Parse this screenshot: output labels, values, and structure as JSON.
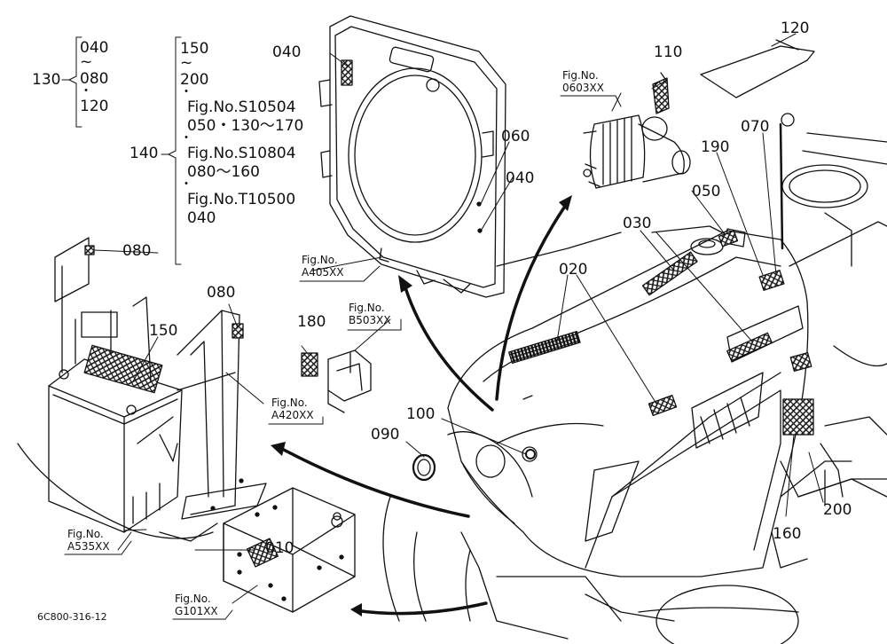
{
  "drawing_code": "6C800-316-12",
  "parts": {
    "p010": "010",
    "p020": "020",
    "p030": "030",
    "p040a": "040",
    "p040b": "040",
    "p050": "050",
    "p060": "060",
    "p070": "070",
    "p080a": "080",
    "p080b": "080",
    "p090": "090",
    "p100": "100",
    "p110": "110",
    "p120": "120",
    "p150": "150",
    "p160": "160",
    "p180": "180",
    "p190": "190",
    "p200": "200"
  },
  "group130": {
    "label": "130",
    "top": "040",
    "tilde": "~",
    "mid": "080",
    "dot": "・",
    "bottom": "120"
  },
  "group140": {
    "label": "140",
    "l1": "150",
    "l2": "~",
    "l3": "200",
    "d1": "・",
    "l4": "Fig.No.S10504",
    "l5": "050・130～170",
    "d2": "・",
    "l6": "Fig.No.S10804",
    "l7": "080～160",
    "d3": "・",
    "l8": "Fig.No.T10500",
    "l9": "040"
  },
  "refs": {
    "a405": {
      "line1": "Fig.No.",
      "line2": "A405XX"
    },
    "b503": {
      "line1": "Fig.No.",
      "line2": "B503XX"
    },
    "a420": {
      "line1": "Fig.No.",
      "line2": "A420XX"
    },
    "a535": {
      "line1": "Fig.No.",
      "line2": "A535XX"
    },
    "g101": {
      "line1": "Fig.No.",
      "line2": "G101XX"
    },
    "f0603": {
      "line1": "Fig.No.",
      "line2": "0603XX"
    }
  }
}
